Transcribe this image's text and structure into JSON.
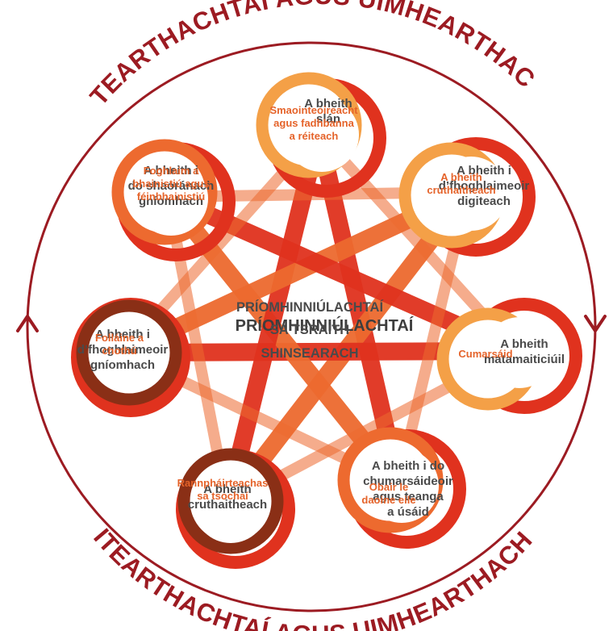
{
  "arc_top": "LITEARTHACHTAÍ AGUS UIMHEARTHACHT",
  "arc_bottom": "LITEARTHACHTAÍ AGUS UIMHEARTHACHT",
  "center": {
    "lines": [
      "PRÍOMHINNIÚLACHTAÍ",
      "SA TSRAITH",
      "SHINSEARACH"
    ],
    "overlay": "PRÍOMHINNIÚLACHTAÍ"
  },
  "nodes": [
    {
      "id": "top",
      "dark_lines": [
        "A bheith",
        "slán"
      ],
      "orange_lines": [
        "Smaointeoireacht",
        "agus fadhbanna",
        "a réiteach"
      ]
    },
    {
      "id": "upper-right",
      "dark_lines": [
        "A bheith i",
        "d’fhoghlaimeoir",
        "digiteach"
      ],
      "orange_lines": [
        "A bheith",
        "cruthaitheach"
      ]
    },
    {
      "id": "right",
      "dark_lines": [
        "A bheith",
        "matamaiticiúil"
      ],
      "orange_lines": [
        "Cumarsáid"
      ]
    },
    {
      "id": "lower-right",
      "dark_lines": [
        "A bheith i do",
        "chumarsáideoir",
        "agus teanga",
        "a úsáid"
      ],
      "orange_lines": [
        "Obair le",
        "daoine eile"
      ]
    },
    {
      "id": "lower-left",
      "dark_lines": [
        "A bheith",
        "cruthaitheach"
      ],
      "orange_lines": [
        "Rannpháirteachas",
        "sa tsochaí"
      ]
    },
    {
      "id": "left",
      "dark_lines": [
        "A bheith i",
        "d’fhoghlaimeoir",
        "gníomhach"
      ],
      "orange_lines": [
        "Folláine a",
        "chothú"
      ]
    },
    {
      "id": "upper-left",
      "dark_lines": [
        "A bheith i",
        "do shaoránach",
        "gníomhach"
      ],
      "orange_lines": [
        "Foghlaim a",
        "bhainistiú agus",
        "féinbhainistiú"
      ]
    }
  ],
  "colors": {
    "red": "#e0321e",
    "orange": "#ed6a2f",
    "light_orange": "#f4a047",
    "dark_brown": "#8a2f16",
    "ring": "#9c1b22",
    "dark_text": "#4a4a4a",
    "orange_text": "#e5632a"
  }
}
